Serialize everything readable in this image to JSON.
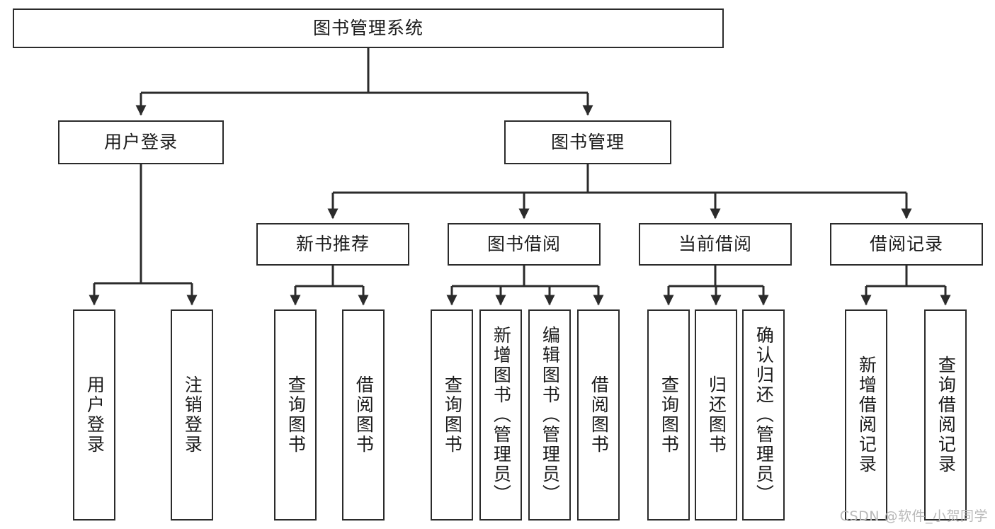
{
  "diagram": {
    "title": "图书管理系统",
    "type": "tree",
    "watermark": "CSDN @软件_小贺同学",
    "colors": {
      "box_border": "#2b2b2b",
      "box_fill": "#ffffff",
      "edge": "#2b2b2b",
      "text": "#1b1b1b",
      "watermark": "#b9b9b9"
    },
    "root": {
      "label": "图书管理系统"
    },
    "level2": [
      {
        "label": "用户登录"
      },
      {
        "label": "图书管理"
      }
    ],
    "level3": [
      {
        "label": "新书推荐"
      },
      {
        "label": "图书借阅"
      },
      {
        "label": "当前借阅"
      },
      {
        "label": "借阅记录"
      }
    ],
    "leaves": {
      "user_login": [
        {
          "label": "用户登录"
        },
        {
          "label": "注销登录"
        }
      ],
      "new_book_recommend": [
        {
          "label": "查询图书"
        },
        {
          "label": "借阅图书"
        }
      ],
      "book_borrow": [
        {
          "label": "查询图书"
        },
        {
          "label": "新增图书（管理员）"
        },
        {
          "label": "编辑图书（管理员）"
        },
        {
          "label": "借阅图书"
        }
      ],
      "current_borrow": [
        {
          "label": "查询图书"
        },
        {
          "label": "归还图书"
        },
        {
          "label": "确认归还（管理员）"
        }
      ],
      "borrow_record": [
        {
          "label": "新增借阅记录"
        },
        {
          "label": "查询借阅记录"
        }
      ]
    }
  }
}
